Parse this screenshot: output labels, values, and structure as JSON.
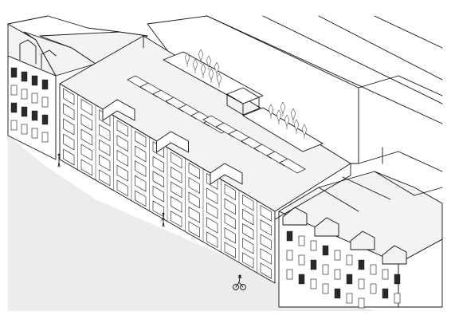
{
  "drawing": {
    "kind": "axonometric-line-drawing",
    "subject": "urban-block-with-new-building",
    "palette": {
      "line": "#111111",
      "background": "#ffffff",
      "street": "#ececec",
      "roof": "#f3f3f3",
      "window_dark": "#2a2a2a"
    }
  },
  "main_building": {
    "facade_bays": 12,
    "floors": 5,
    "roof_solar_panel_count": 14
  },
  "icons": [
    "cyclist-icon",
    "pedestrian-icon",
    "tree-icon"
  ]
}
